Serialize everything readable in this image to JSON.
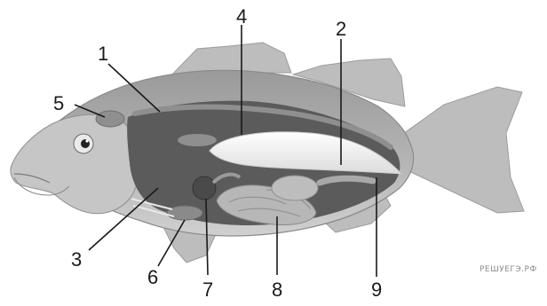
{
  "labels": {
    "l1": "1",
    "l2": "2",
    "l3": "3",
    "l4": "4",
    "l5": "5",
    "l6": "6",
    "l7": "7",
    "l8": "8",
    "l9": "9"
  },
  "watermark": "РЕШУЕГЭ.РФ",
  "colors": {
    "body": "#a4a4a4",
    "body_light": "#c2c2c2",
    "fin": "#bdbdbd",
    "cavity": "#5b5b5b",
    "organ": "#8f8f8f",
    "organ_light": "#b7b7b7",
    "swim_bladder": "#f4f4f4"
  }
}
